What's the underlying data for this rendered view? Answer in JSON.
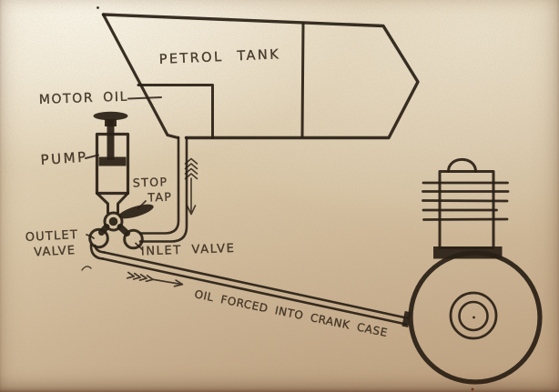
{
  "diagram": {
    "labels": {
      "petrol_tank": "PETROL TANK",
      "motor_oil": "MOTOR OIL",
      "pump": "PUMP",
      "stop_tap": {
        "line1": "STOP",
        "line2": "TAP"
      },
      "outlet_valve": {
        "line1": "OUTLET",
        "line2": "VALVE"
      },
      "inlet_valve": "INLET VALVE",
      "oil_flow": "OIL FORCED INTO CRANK CASE"
    },
    "flow_indicators": {
      "supply_pipe": "feathered-down-arrow",
      "outlet_pipe": "chevron-right-arrow"
    },
    "colors": {
      "paper": "#d9c5a7",
      "paper_light": "#f1e9d6",
      "paper_dark": "#bfa17e",
      "ink": "#2a2016",
      "ink_soft": "#3a2d1f"
    }
  }
}
